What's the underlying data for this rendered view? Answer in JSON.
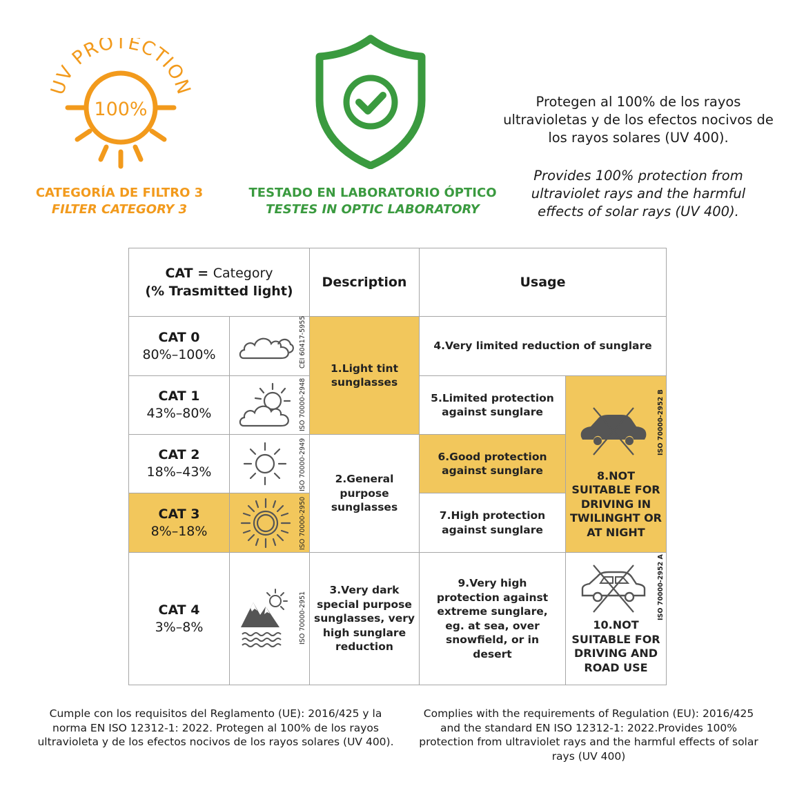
{
  "top": {
    "uv_logo": {
      "arc_text": "UV PROTECTION",
      "center_text": "100%"
    },
    "filter_label_es": "CATEGORÍA DE FILTRO 3",
    "filter_label_en": "FILTER CATEGORY 3",
    "lab_label_es": "TESTADO EN LABORATORIO ÓPTICO",
    "lab_label_en": "TESTES IN OPTIC LABORATORY",
    "text_es": "Protegen al 100% de los rayos ultravioletas y de los efectos nocivos de los rayos solares (UV 400).",
    "text_en": "Provides 100% protection from ultraviolet rays and the harmful effects of solar rays (UV 400).",
    "colors": {
      "orange": "#f29a1c",
      "green": "#3a9a3f",
      "highlight": "#f2c75c"
    }
  },
  "table": {
    "header": {
      "cat_bold": "CAT =",
      "cat_normal": "Category",
      "cat_line2": "(% Trasmitted light)",
      "description": "Description",
      "usage": "Usage"
    },
    "categories": [
      {
        "name": "CAT 0",
        "range": "80%–100%",
        "iso": "CEI 60417-5955",
        "icon": "cloud-icon"
      },
      {
        "name": "CAT 1",
        "range": "43%–80%",
        "iso": "ISO 70000-2948",
        "icon": "sun-cloud-icon"
      },
      {
        "name": "CAT 2",
        "range": "18%–43%",
        "iso": "ISO 70000-2949",
        "icon": "sun-icon"
      },
      {
        "name": "CAT 3",
        "range": "8%–18%",
        "iso": "ISO 70000-2950",
        "icon": "strong-sun-icon"
      },
      {
        "name": "CAT 4",
        "range": "3%–8%",
        "iso": "ISO 70000-2951",
        "icon": "mountain-sun-icon"
      }
    ],
    "descriptions": {
      "d1": "1.Light tint sunglasses",
      "d2": "2.General purpose sunglasses",
      "d3": "3.Very dark special purpose sunglasses, very high sunglare reduction"
    },
    "usages": {
      "u4": "4.Very limited reduction of sunglare",
      "u5": "5.Limited protection against sunglare",
      "u6": "6.Good protection against sunglare",
      "u7": "7.High protection against sunglare",
      "u8": "8.NOT SUITABLE FOR DRIVING IN TWILINGHT OR AT NIGHT",
      "u8_iso": "ISO 70000-2952 B",
      "u9": "9.Very high protection against extreme sunglare, eg. at sea, over snowfield, or in desert",
      "u10": "10.NOT SUITABLE FOR DRIVING AND ROAD USE",
      "u10_iso": "ISO 70000-2952 A"
    }
  },
  "footer": {
    "text_es": "Cumple con los requisitos del Reglamento (UE): 2016/425 y la norma EN ISO 12312-1: 2022. Protegen al 100% de los rayos ultravioleta y de los efectos nocivos de los rayos solares (UV 400).",
    "text_en": "Complies with the requirements of Regulation (EU): 2016/425 and the standard EN ISO 12312-1: 2022.Provides 100% protection from ultraviolet rays and the harmful effects of solar rays (UV 400)"
  }
}
